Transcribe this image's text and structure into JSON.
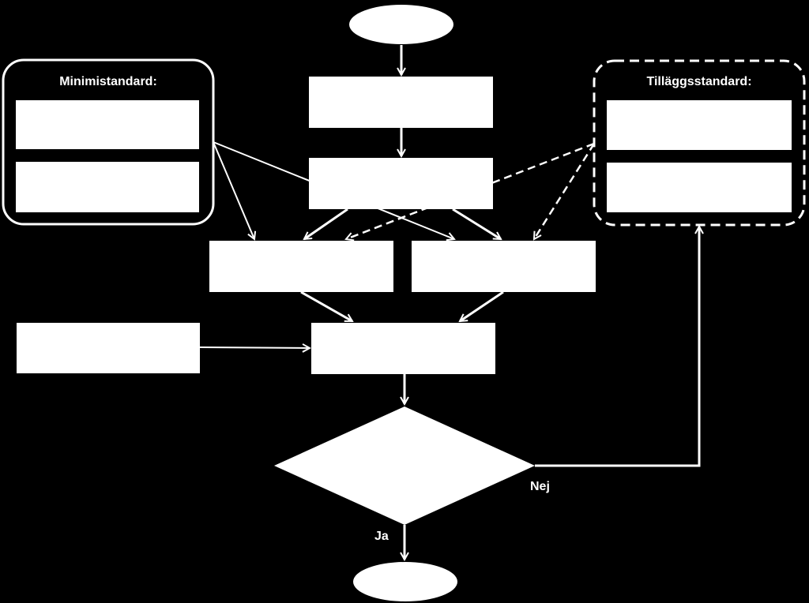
{
  "groups": {
    "minimum": {
      "title": "Minimistandard:"
    },
    "additional": {
      "title": "Tilläggsstandard:"
    }
  },
  "decision": {
    "no_label": "Nej",
    "yes_label": "Ja"
  },
  "colors": {
    "background": "#000000",
    "foreground": "#ffffff"
  }
}
